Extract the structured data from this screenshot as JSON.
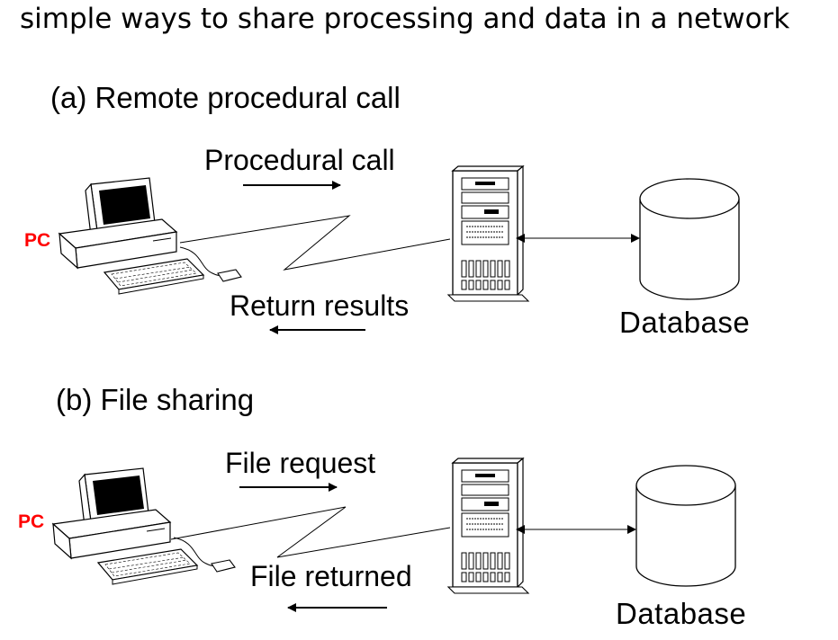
{
  "title": "simple ways to share processing and data in a network",
  "sections": [
    {
      "heading": "(a) Remote procedural call",
      "request_label": "Procedural call",
      "response_label": "Return results",
      "client_label": "PC",
      "store_label": "Database"
    },
    {
      "heading": "(b) File sharing",
      "request_label": "File request",
      "response_label": "File returned",
      "client_label": "PC",
      "store_label": "Database"
    }
  ],
  "icons": {
    "client": "desktop-computer-icon",
    "server": "tower-server-icon",
    "store": "database-cylinder-icon"
  },
  "colors": {
    "client_label": "#ff0000",
    "lines": "#000000",
    "background": "#ffffff"
  }
}
